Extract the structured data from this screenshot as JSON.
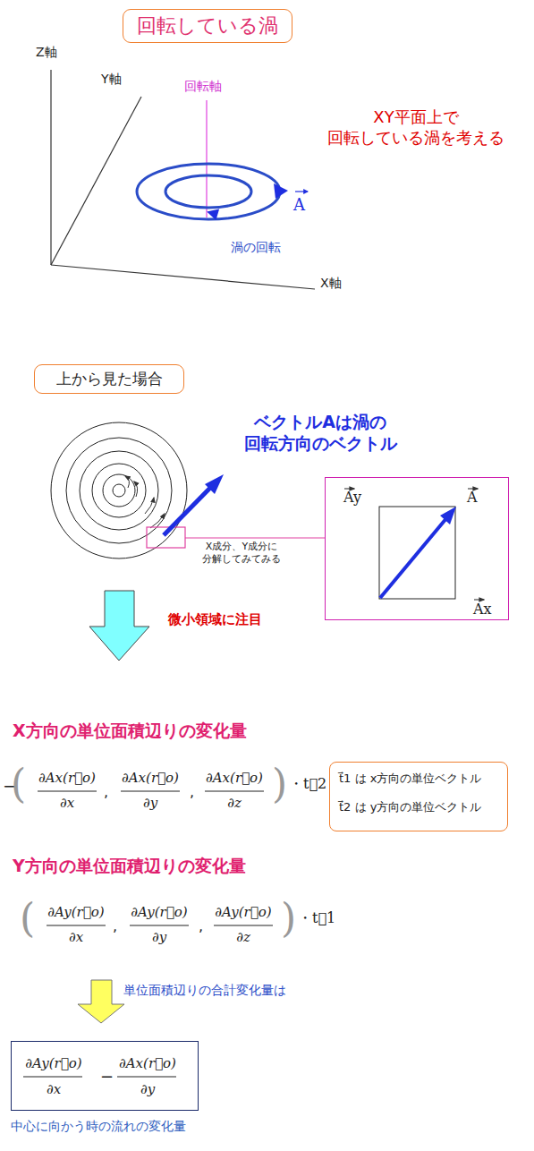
{
  "diagram": {
    "title": "回転している渦",
    "nodes": [
      {
        "text": [
          "回転している渦"
        ]
      },
      {
        "text": [
          "上から見た場合"
        ]
      },
      {
        "text": [
          "Ay",
          "A",
          "Ax"
        ]
      },
      {
        "text": [
          "t⃗1 は x方向の単位ベクトル",
          "t⃗2 は y方向の単位ベクトル"
        ]
      },
      {
        "text": [
          "∂Ay(r⃗o)",
          "∂x",
          "−",
          "∂Ax(r⃗o)",
          "∂y"
        ]
      }
    ],
    "labels": [
      "Z軸",
      "Y軸",
      "回転軸",
      "A",
      "渦の回転",
      "XY平面上で 回転している渦を考える",
      "X軸",
      "ベクトルAは渦の 回転方向のベクトル",
      "X成分、Y成分に 分解してみてみる",
      "微小領域に注目",
      "X方向の単位面積辺りの変化量",
      "−",
      "(",
      "∂Ax(r⃗o)",
      "∂x",
      ",",
      "∂Ax(r⃗o)",
      "∂y",
      ",",
      "∂Ax(r⃗o)",
      "∂z",
      ")",
      "・t⃗2",
      "Y方向の単位面積辺りの変化量",
      "(",
      "∂Ay(r⃗o)",
      "∂x",
      ",",
      "∂Ay(r⃗o)",
      "∂y",
      ",",
      "∂Ay(r⃗o)",
      "∂z",
      ")",
      "・t⃗1",
      "単位面積辺りの合計変化量は",
      "中心に向かう時の流れの変化量"
    ]
  }
}
